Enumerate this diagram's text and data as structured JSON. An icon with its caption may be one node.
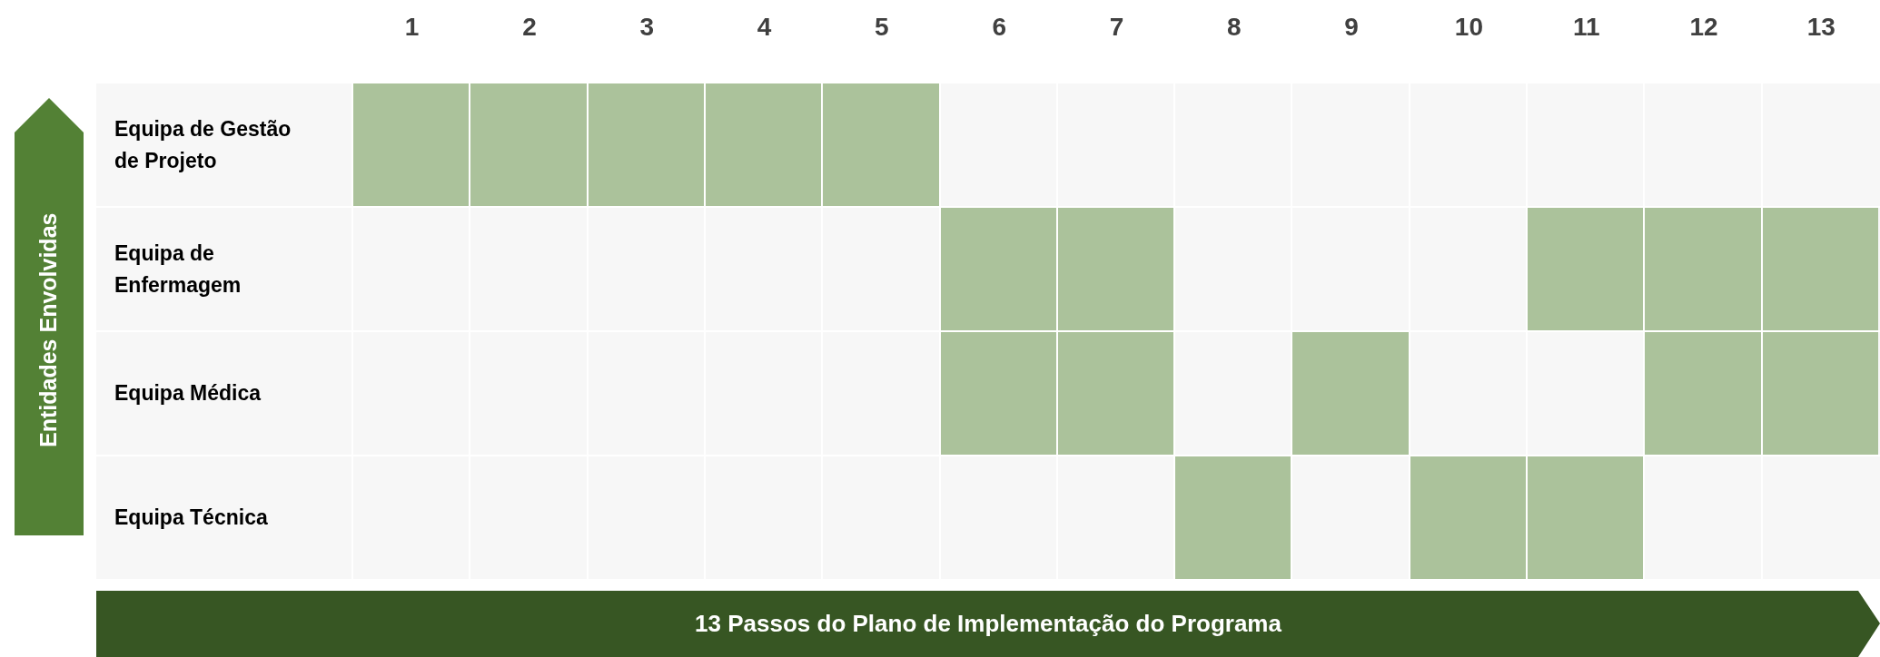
{
  "diagram": {
    "nodes": [
      {
        "text": [
          "Entidades Envolvidas"
        ]
      },
      {
        "text": [
          "13 Passos do Plano de Implementação do Programa"
        ]
      },
      {
        "text": [
          "Equipa de Gestão de Projeto"
        ]
      },
      {
        "text": [
          "Equipa de Enfermagem"
        ]
      },
      {
        "text": [
          "Equipa Médica"
        ]
      },
      {
        "text": [
          "Equipa Técnica"
        ]
      },
      {
        "text": [],
        "shape": "box",
        "in": 2
      },
      {
        "text": [],
        "shape": "box",
        "in": 2
      },
      {
        "text": [],
        "shape": "box",
        "in": 2
      },
      {
        "text": [],
        "shape": "box",
        "in": 2
      },
      {
        "text": [],
        "shape": "box",
        "in": 2
      },
      {
        "text": [],
        "shape": "box",
        "in": 3
      },
      {
        "text": [],
        "shape": "box",
        "in": 3
      },
      {
        "text": [],
        "shape": "box",
        "in": 3
      },
      {
        "text": [],
        "shape": "box",
        "in": 3
      },
      {
        "text": [],
        "shape": "box",
        "in": 3
      },
      {
        "text": [],
        "shape": "box",
        "in": 4
      },
      {
        "text": [],
        "shape": "box",
        "in": 4
      },
      {
        "text": [],
        "shape": "box",
        "in": 4
      },
      {
        "text": [],
        "shape": "box",
        "in": 4
      },
      {
        "text": [],
        "shape": "box",
        "in": 4
      },
      {
        "text": [],
        "shape": "box",
        "in": 5
      },
      {
        "text": [],
        "shape": "box",
        "in": 5
      },
      {
        "text": [],
        "shape": "box",
        "in": 5
      }
    ],
    "labels": [
      "1",
      "2",
      "3",
      "4",
      "5",
      "6",
      "7",
      "8",
      "9",
      "10",
      "11",
      "12",
      "13"
    ]
  }
}
